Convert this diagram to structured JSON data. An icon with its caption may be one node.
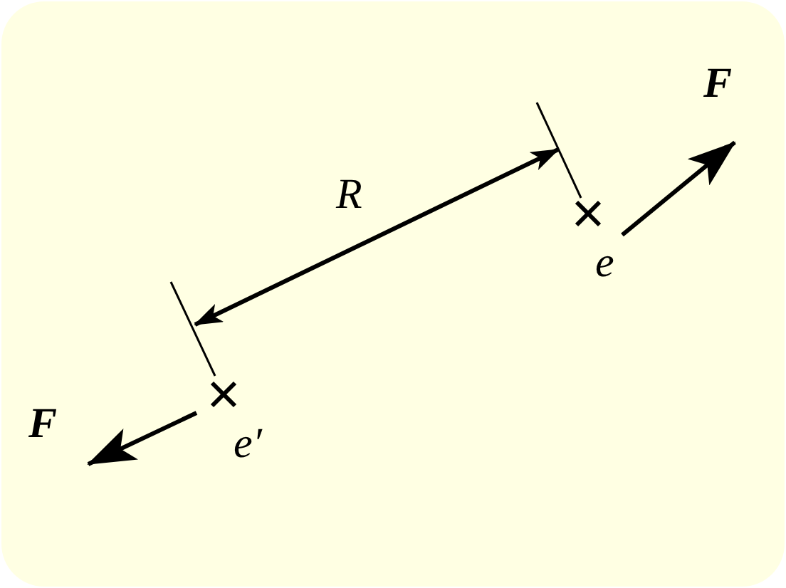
{
  "diagram": {
    "labels": [
      "F",
      "R",
      "e",
      "F",
      "e′"
    ]
  }
}
